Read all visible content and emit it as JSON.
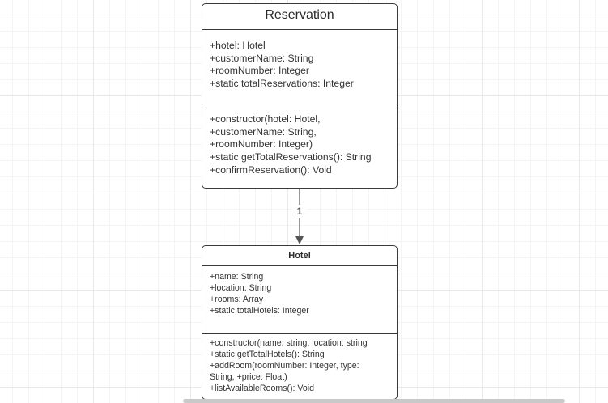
{
  "classes": {
    "reservation": {
      "name": "Reservation",
      "attributes": [
        "+hotel: Hotel",
        "+customerName: String",
        "+roomNumber: Integer",
        "+static totalReservations: Integer"
      ],
      "methods": [
        "+constructor(hotel: Hotel,",
        "+customerName: String,",
        "+roomNumber: Integer)",
        "+static getTotalReservations(): String",
        "+confirmReservation(): Void"
      ]
    },
    "hotel": {
      "name": "Hotel",
      "attributes": [
        "+name: String",
        "+location: String",
        "+rooms: Array",
        "+static totalHotels: Integer"
      ],
      "methods": [
        "+constructor(name: string, location: string",
        "+static getTotalHotels(): String",
        "+addRoom(roomNumber: Integer, type:",
        "String, +price: Float)",
        "+listAvailableRooms(): Void"
      ]
    }
  },
  "association": {
    "multiplicity": "1"
  },
  "colors": {
    "border": "#3a3a3a",
    "text": "#333333",
    "grid": "#e9e9e9"
  }
}
